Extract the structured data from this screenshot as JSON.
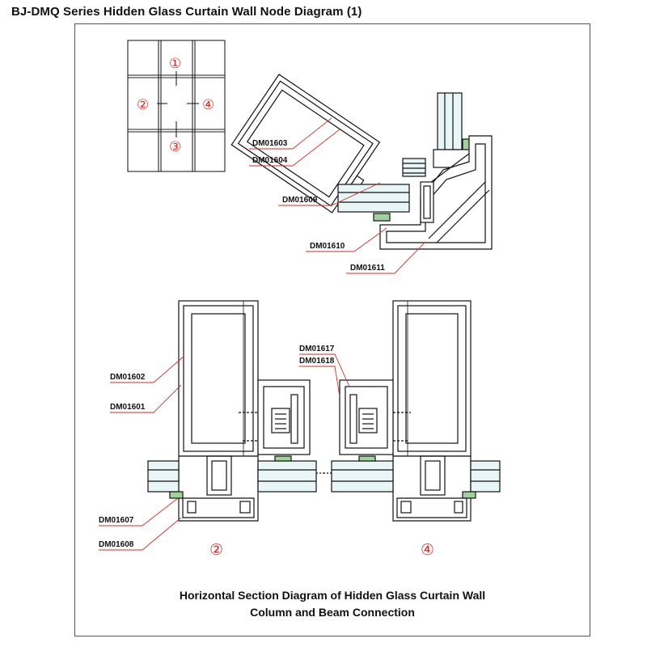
{
  "title": "BJ-DMQ Series Hidden Glass Curtain Wall Node Diagram (1)",
  "key_plan": {
    "markers": [
      "①",
      "②",
      "③",
      "④"
    ]
  },
  "parts": {
    "p1603": "DM01603",
    "p1604": "DM01604",
    "p1609": "DM01609",
    "p1610": "DM01610",
    "p1611": "DM01611",
    "p1602": "DM01602",
    "p1601": "DM01601",
    "p1607": "DM01607",
    "p1608": "DM01608",
    "p1617": "DM01617",
    "p1618": "DM01618"
  },
  "section_markers": {
    "left": "②",
    "right": "④"
  },
  "caption": {
    "line1": "Horizontal Section Diagram of Hidden Glass Curtain Wall",
    "line2": "Column and Beam Connection"
  },
  "colors": {
    "leader": "#c8322c",
    "line": "#111111",
    "glass": "#9bd3dc",
    "gasket": "#9fd39b"
  }
}
